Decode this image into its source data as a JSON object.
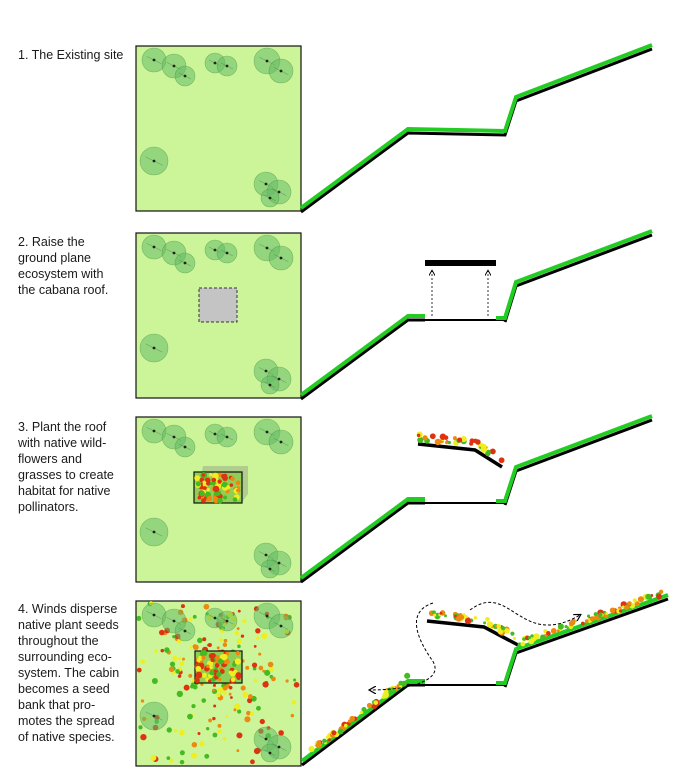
{
  "steps": [
    {
      "label": "1. The Existing site"
    },
    {
      "label": "2. Raise the\nground plane\necosystem with\nthe cabana roof."
    },
    {
      "label": "3. Plant the roof\nwith native wild-\nflowers and\ngrasses to create\nhabitat for native\npollinators."
    },
    {
      "label": "4. Winds disperse\nnative plant seeds\nthroughout the\nsurrounding eco-\nsystem. The cabin\nbecomes a seed\nbank that pro-\nmotes the spread\nof native species."
    }
  ],
  "colors": {
    "site_fill": "#ccf599",
    "ground_green": "#22cc22",
    "tree_fill": "#66bb66",
    "roof_grey": "#c4c4c4",
    "flower_red": "#dd3311",
    "flower_orange": "#ee8811",
    "flower_yellow": "#eeee22",
    "flower_green": "#44bb22"
  }
}
